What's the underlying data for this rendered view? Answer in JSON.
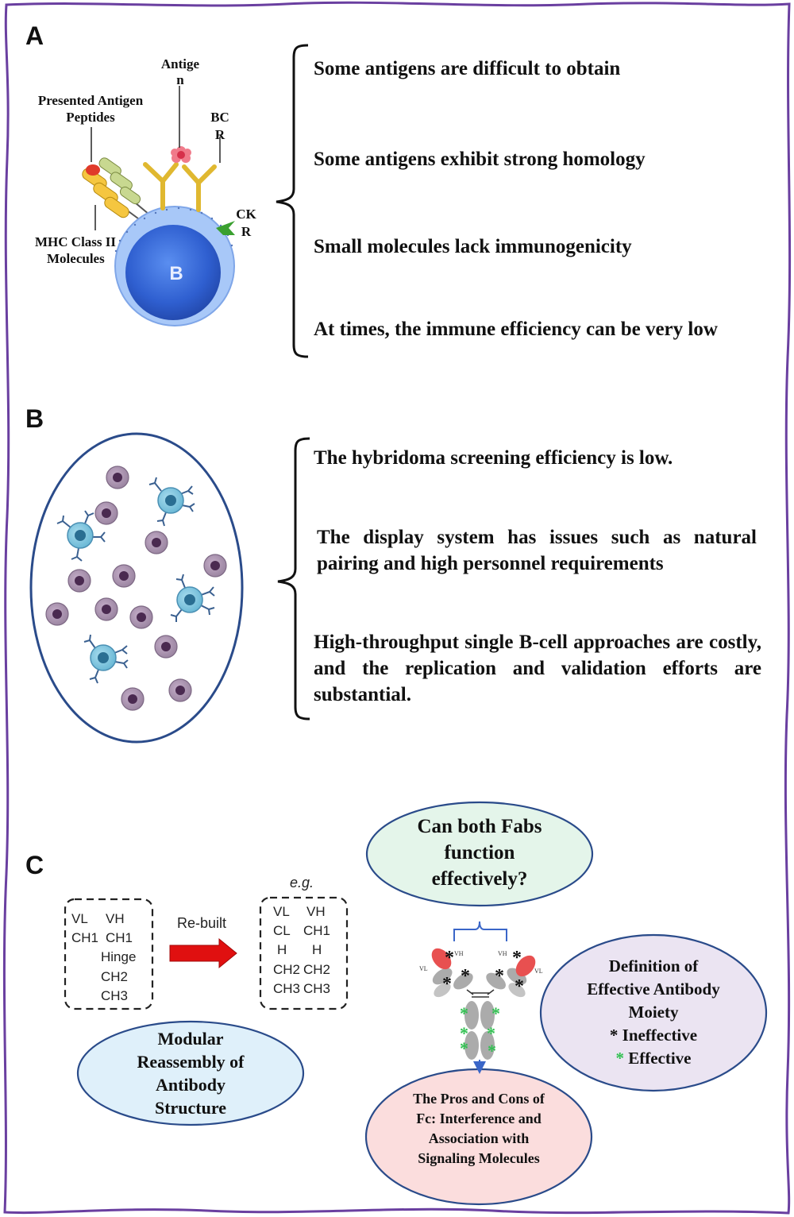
{
  "panels": {
    "a": {
      "letter": "A",
      "labels": {
        "antigen_line1": "Antige",
        "antigen_line2": "n",
        "presented_line1": "Presented Antigen",
        "presented_line2": "Peptides",
        "bcr_line1": "BC",
        "bcr_line2": "R",
        "ckr_line1": "CK",
        "ckr_line2": "R",
        "mhc_line1": "MHC Class II",
        "mhc_line2": "Molecules",
        "cell": "B"
      },
      "points": [
        "Some antigens are difficult to obtain",
        "Some antigens exhibit strong homology",
        "Small molecules lack immunogenicity",
        "At times, the immune efficiency can be very low"
      ]
    },
    "b": {
      "letter": "B",
      "points": [
        "The hybridoma screening efficiency is low.",
        "The display system has issues such as natural pairing and high personnel requirements",
        "High-throughput single B-cell approaches are costly, and the replication and validation efforts are substantial."
      ]
    },
    "c": {
      "letter": "C",
      "original_domains": [
        "VL",
        "VH",
        "CH1",
        "CH1",
        "Hinge",
        "CH2",
        "CH3"
      ],
      "arrow_label": "Re-built",
      "eg_label": "e.g.",
      "rebuilt_domains": [
        "VL",
        "VH",
        "CL",
        "CH1",
        "H",
        "H",
        "CH2",
        "CH2",
        "CH3",
        "CH3"
      ],
      "fab_question": "Can both Fabs function effectively?",
      "modular": "Modular Reassembly of Antibody Structure",
      "definition_title": "Definition of Effective Antibody Moiety",
      "legend_ineffective": "* Ineffective",
      "legend_effective_star": "*",
      "legend_effective": "Effective",
      "fc_text": "The Pros and Cons of Fc: Interference and Association with Signaling Molecules",
      "antibody_labels": {
        "vh_left": "VH",
        "vh_right": "VH",
        "vl_left": "VL",
        "vl_right": "VL"
      }
    }
  },
  "colors": {
    "border": "#6a3fa0",
    "b_cell": "#2f5fd0",
    "receptor": "#e0b830",
    "ckr": "#3aa030",
    "red_arrow": "#e01010",
    "blue_ellipse": "#dff0fa",
    "green_ellipse": "#e4f5ea",
    "purple_ellipse": "#ebe4f2",
    "pink_ellipse": "#fbdddd",
    "fab_red": "#e85050",
    "effective_star": "#30c050"
  }
}
